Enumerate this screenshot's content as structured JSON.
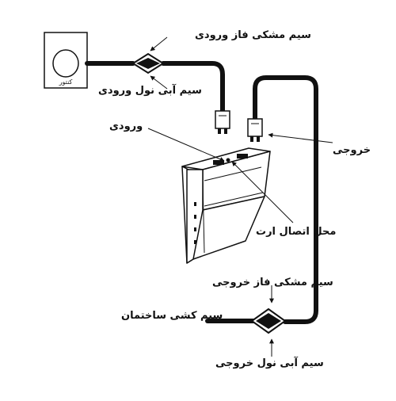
{
  "labels": {
    "meter": "کنتور",
    "phase_in": "سیم مشکی فاز ورودی",
    "neutral_in": "سیم آبی نول ورودی",
    "input": "ورودی",
    "output": "خروجی",
    "earth": "محل اتصال ارت",
    "phase_out": "سیم مشکی فاز خروجی",
    "building": "سیم کشی ساختمان",
    "neutral_out": "سیم آبی نول خروجی"
  }
}
